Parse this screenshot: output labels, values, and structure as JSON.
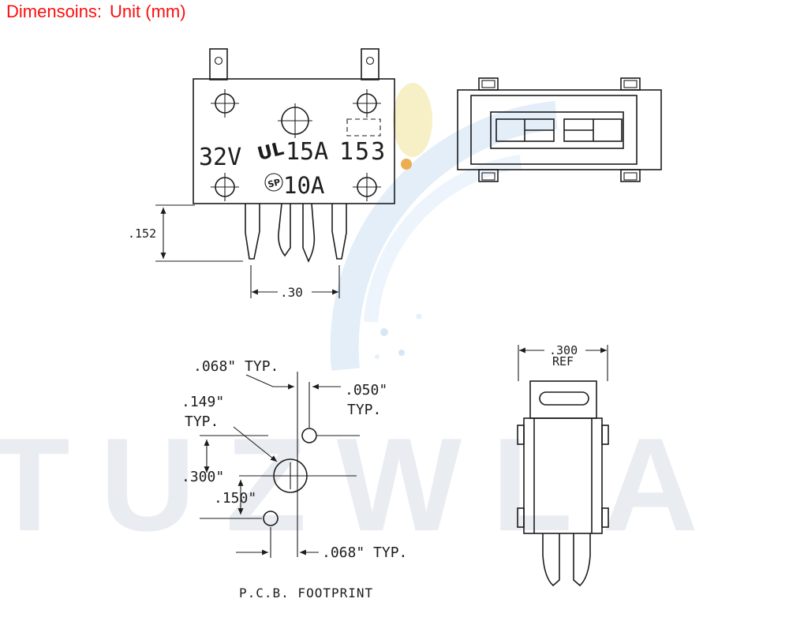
{
  "header": {
    "title": "Dimensoins:",
    "unit": "Unit (mm)"
  },
  "watermark": {
    "text": "TUZWLA"
  },
  "front_view": {
    "voltage_rating": "32V",
    "ul_mark": "UL",
    "current_rating_top": "15A",
    "part_code": "153",
    "sp_mark": "SP",
    "current_rating_bottom": "10A",
    "dim_pin_height": ".152",
    "dim_pin_spacing": ".30"
  },
  "pcb_footprint": {
    "dim_top": ".068\" TYP.",
    "dim_hole_line1": ".149\"",
    "dim_hole_line2": "TYP.",
    "dim_offset_line1": ".050\"",
    "dim_offset_line2": "TYP.",
    "dim_row_top": ".300\"",
    "dim_row_bottom": ".150\"",
    "dim_bottom": ".068\" TYP.",
    "caption": "P.C.B. FOOTPRINT"
  },
  "bottom_side_view": {
    "dim_width": ".300",
    "dim_ref": "REF"
  }
}
